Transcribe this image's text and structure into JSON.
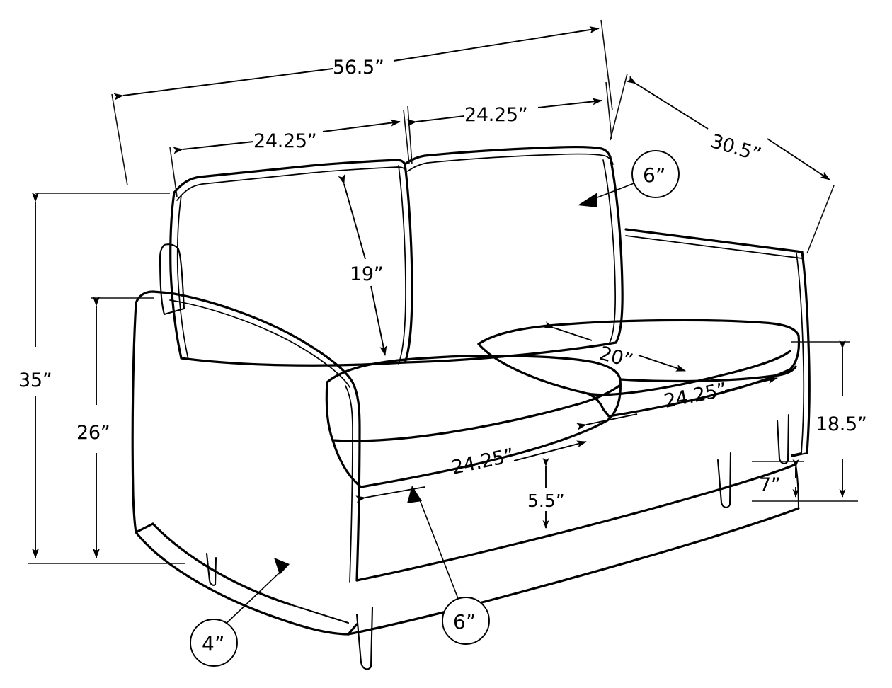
{
  "drawing": {
    "title": "Sofa Dimension Drawing",
    "subject": "sofa",
    "units": "inches",
    "line_color": "#000000",
    "background_color": "#ffffff"
  },
  "dimensions": {
    "overall_width": "56.5”",
    "left_seat_width": "24.25”",
    "right_seat_width": "24.25”",
    "depth": "30.5”",
    "back_cushion_height": "19”",
    "overall_height": "35”",
    "back_height": "26”",
    "seat_depth": "20”",
    "seat_cushion_width_right": "24.25”",
    "seat_cushion_width_left": "24.25”",
    "seat_cushion_thickness": "5.5”",
    "seat_height": "18.5”",
    "leg_height": "7”"
  },
  "callouts": {
    "back_cushion_thickness": "6”",
    "arm_thickness": "4”",
    "front_rail_thickness": "6”"
  }
}
